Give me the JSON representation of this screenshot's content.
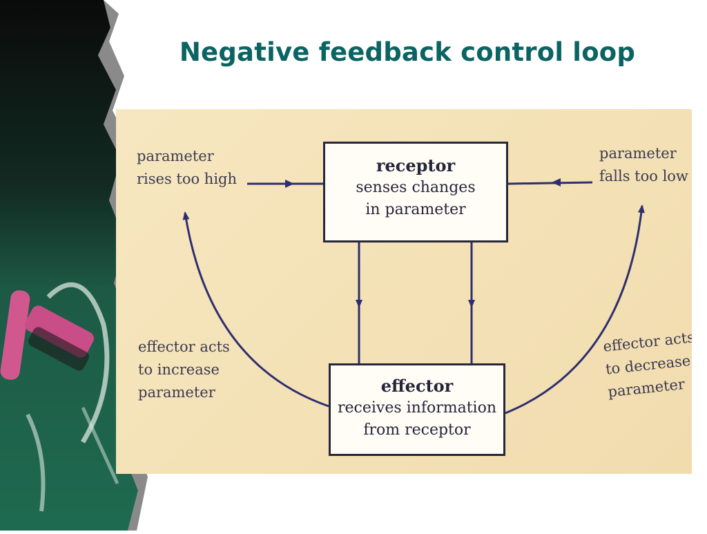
{
  "slide": {
    "title": "Negative feedback control loop"
  },
  "diagram": {
    "receptor": {
      "title": "receptor",
      "line1": "senses changes",
      "line2": "in parameter"
    },
    "effector": {
      "title": "effector",
      "line1": "receives information",
      "line2": "from receptor"
    },
    "left_top": {
      "line1": "parameter",
      "line2": "rises too high"
    },
    "right_top": {
      "line1": "parameter",
      "line2": "falls too low"
    },
    "left_bottom": {
      "line1": "effector acts",
      "line2": "to increase",
      "line3": "parameter"
    },
    "right_bottom": {
      "line1": "effector acts",
      "line2": "to decrease",
      "line3": "parameter"
    }
  },
  "colors": {
    "title": "#0b6463",
    "arrow": "#2e2e6e",
    "paper": "#f4e2b7"
  }
}
